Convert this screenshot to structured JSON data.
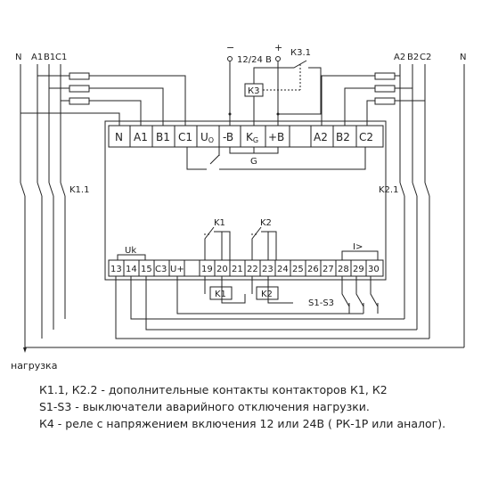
{
  "supply": {
    "voltage_label": "12/24 В",
    "minus_sign": "−",
    "plus_sign": "+",
    "contact_label": "К3.1",
    "relay_label": "К3"
  },
  "left_phases": [
    "N",
    "A1",
    "B1",
    "C1"
  ],
  "right_phases": [
    "A2",
    "B2",
    "C2",
    "N"
  ],
  "top_terminals": [
    "N",
    "A1",
    "B1",
    "C1",
    "U",
    "-B",
    "K",
    "+B",
    "A2",
    "B2",
    "C2"
  ],
  "top_terminal_subscripts": {
    "uo": "O",
    "kg": "G"
  },
  "group_label_g": "G",
  "contactor_labels": {
    "k11": "K1.1",
    "k21": "K2.1"
  },
  "relay_labels": {
    "k1": "K1",
    "k2": "K2",
    "k1_coil": "K1",
    "k2_coil": "K2"
  },
  "uk_label": "Uk",
  "current_label": "I>",
  "switch_label": "S1-S3",
  "bottom_terminals": [
    "13",
    "14",
    "15",
    "C3",
    "U+",
    "19",
    "20",
    "21",
    "22",
    "23",
    "24",
    "25",
    "26",
    "27",
    "28",
    "29",
    "30"
  ],
  "load_label": "нагрузка",
  "legend": [
    "К1.1, К2.2 - дополнительные контакты контакторов К1, К2",
    "S1-S3 - выключатели аварийного отключения нагрузки.",
    "К4 - реле с напряжением включения 12 или 24В ( РК-1Р или аналог)."
  ]
}
